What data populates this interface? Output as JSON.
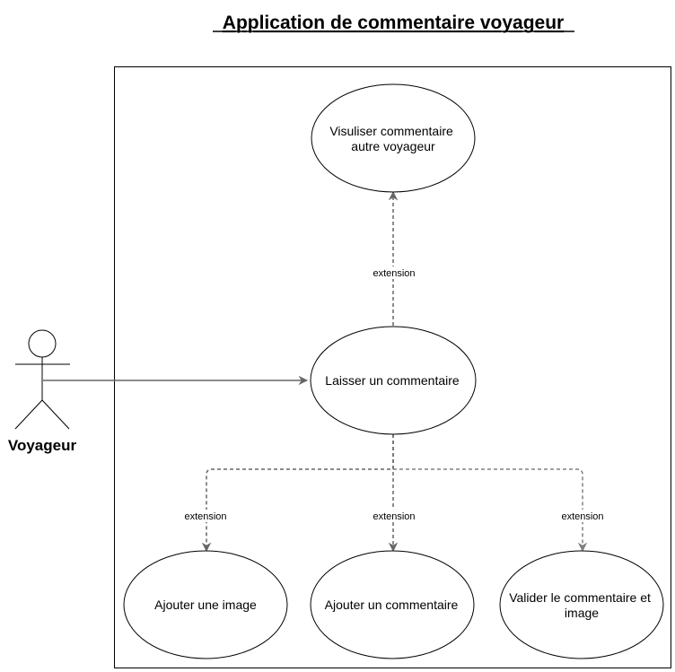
{
  "title": "Application de commentaire voyageur",
  "actor": {
    "label": "Voyageur"
  },
  "use_cases": {
    "view_comments": [
      "Visuliser commentaire",
      "autre voyageur"
    ],
    "leave_comment": [
      "Laisser un commentaire"
    ],
    "add_image": [
      "Ajouter une image"
    ],
    "add_comment": [
      "Ajouter un commentaire"
    ],
    "validate": [
      "Valider le commentaire et",
      "image"
    ]
  },
  "relations": {
    "extend_view": "extension",
    "extend_image": "extension",
    "extend_comment": "extension",
    "extend_validate": "extension"
  },
  "colors": {
    "stroke": "#000000",
    "connector": "#666666",
    "dashed_connector": "#808080",
    "background": "#ffffff"
  }
}
